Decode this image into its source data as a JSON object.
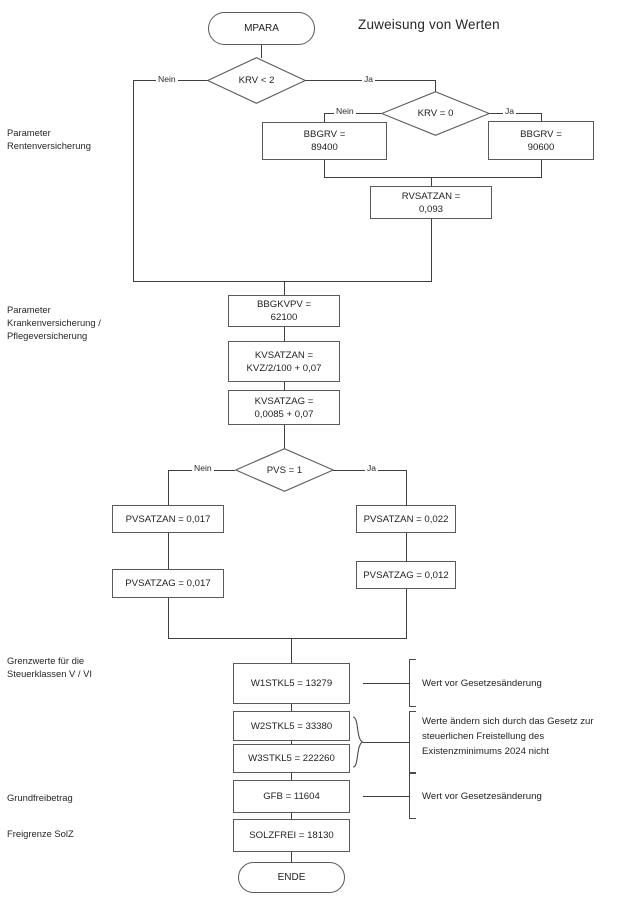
{
  "diagram": {
    "title": "Zuweisung von Werten",
    "type": "flowchart"
  },
  "side_labels": [
    {
      "name": "parameter-rentenversicherung",
      "text": "Parameter\nRentenversicherung"
    },
    {
      "name": "parameter-kranken-pflegeversicherung",
      "text": "Parameter\nKrankenversicherung /\nPflegeversicherung"
    },
    {
      "name": "grenzwerte-steuerklassen",
      "text": "Grenzwerte für die\nSteuerklassen V / VI"
    },
    {
      "name": "grundfreibetrag",
      "text": "Grundfreibetrag"
    },
    {
      "name": "freigrenze-solz",
      "text": "Freigrenze SolZ"
    }
  ],
  "nodes": {
    "start": "MPARA",
    "decision_krv_lt_2": "KRV < 2",
    "decision_krv_eq_0": "KRV = 0",
    "bbgrv_89400": "BBGRV =\n89400",
    "bbgrv_90600": "BBGRV =\n90600",
    "rvsatzan": "RVSATZAN =\n0,093",
    "bbgkvpv": "BBGKVPV =\n62100",
    "kvsatzan": "KVSATZAN =\nKVZ/2/100 + 0,07",
    "kvsatzag": "KVSATZAG =\n0,0085 + 0,07",
    "decision_pvs_eq_1": "PVS = 1",
    "pvsatzan_nein": "PVSATZAN = 0,017",
    "pvsatzag_nein": "PVSATZAG = 0,017",
    "pvsatzan_ja": "PVSATZAN = 0,022",
    "pvsatzag_ja": "PVSATZAG = 0,012",
    "w1stkl5": "W1STKL5 = 13279",
    "w2stkl5": "W2STKL5 = 33380",
    "w3stkl5": "W3STKL5 = 222260",
    "gfb": "GFB = 11604",
    "solzfrei": "SOLZFREI = 18130",
    "end": "ENDE"
  },
  "edge_labels": {
    "krv_lt_2_nein": "Nein",
    "krv_lt_2_ja": "Ja",
    "krv_eq_0_nein": "Nein",
    "krv_eq_0_ja": "Ja",
    "pvs_nein": "Nein",
    "pvs_ja": "Ja"
  },
  "annotations": [
    {
      "name": "annotation-w1stkl5",
      "text": "Wert vor Gesetzesänderung"
    },
    {
      "name": "annotation-w2-w3stkl5",
      "text": "Werte ändern sich durch das Gesetz zur\nsteuerlichen Freistellung des\nExistenzminimums 2024 nicht"
    },
    {
      "name": "annotation-gfb",
      "text": "Wert vor Gesetzesänderung"
    }
  ],
  "colors": {
    "stroke": "#595959",
    "line": "#3f3f3f",
    "text": "#1f1f1f",
    "background": "#ffffff"
  }
}
